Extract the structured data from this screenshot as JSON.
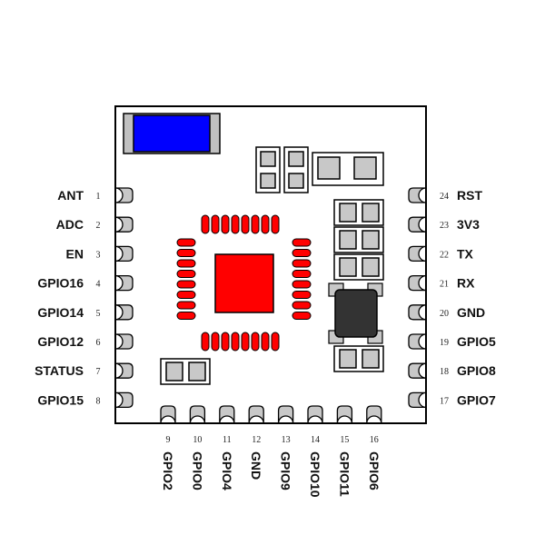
{
  "module": {
    "left_pins": [
      {
        "num": "1",
        "label": "ANT"
      },
      {
        "num": "2",
        "label": "ADC"
      },
      {
        "num": "3",
        "label": "EN"
      },
      {
        "num": "4",
        "label": "GPIO16"
      },
      {
        "num": "5",
        "label": "GPIO14"
      },
      {
        "num": "6",
        "label": "GPIO12"
      },
      {
        "num": "7",
        "label": "STATUS"
      },
      {
        "num": "8",
        "label": "GPIO15"
      }
    ],
    "right_pins": [
      {
        "num": "24",
        "label": "RST"
      },
      {
        "num": "23",
        "label": "3V3"
      },
      {
        "num": "22",
        "label": "TX"
      },
      {
        "num": "21",
        "label": "RX"
      },
      {
        "num": "20",
        "label": "GND"
      },
      {
        "num": "19",
        "label": "GPIO5"
      },
      {
        "num": "18",
        "label": "GPIO8"
      },
      {
        "num": "17",
        "label": "GPIO7"
      }
    ],
    "bottom_pins": [
      {
        "num": "9",
        "label": "GPIO2"
      },
      {
        "num": "10",
        "label": "GPIO0"
      },
      {
        "num": "11",
        "label": "GPIO4"
      },
      {
        "num": "12",
        "label": "GND"
      },
      {
        "num": "13",
        "label": "GPIO9"
      },
      {
        "num": "14",
        "label": "GPIO10"
      },
      {
        "num": "15",
        "label": "GPIO11"
      },
      {
        "num": "16",
        "label": "GPIO6"
      }
    ]
  },
  "colors": {
    "chip": "#ff0000",
    "antenna": "#0000ff",
    "crystal": "#333333",
    "pad": "#c8c8c8",
    "outline": "#000000"
  }
}
